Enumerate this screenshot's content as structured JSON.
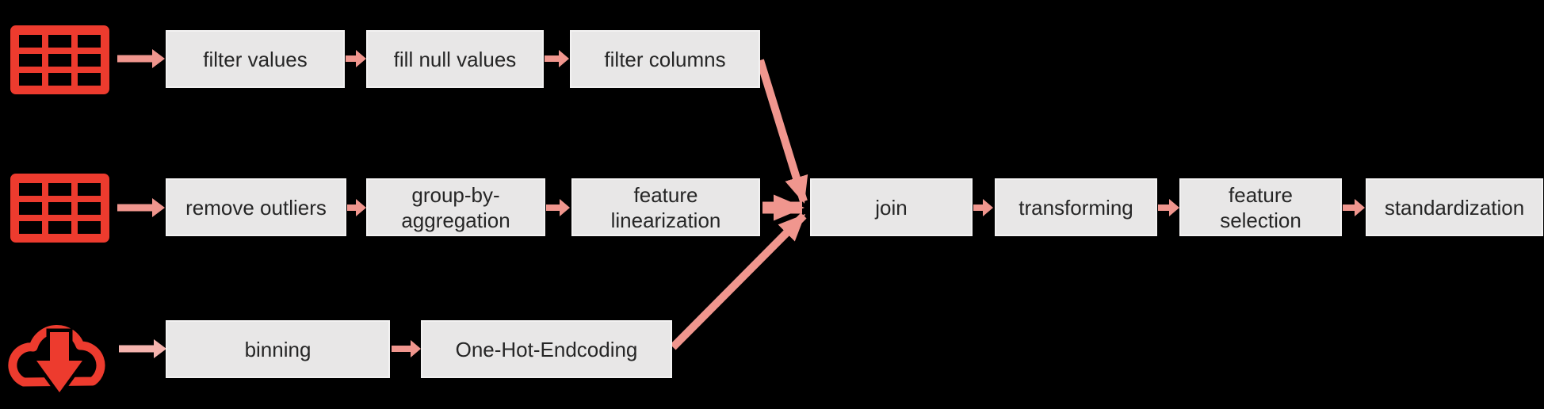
{
  "colors": {
    "bg": "#000000",
    "box_fill": "#e8e7e7",
    "box_edge": "#f3f2f2",
    "box_text": "#262626",
    "arrow": "#f0968e",
    "arrow_pale": "#f5b4ae",
    "icon_red": "#ed3b2e"
  },
  "pipeline": {
    "row1": {
      "source_icon": "table-icon",
      "steps": [
        {
          "label": "filter values"
        },
        {
          "label": "fill null values"
        },
        {
          "label": "filter columns"
        }
      ]
    },
    "row2": {
      "source_icon": "table-icon",
      "steps": [
        {
          "label": "remove outliers"
        },
        {
          "label": "group-by-aggregation"
        },
        {
          "label": "feature linearization"
        }
      ]
    },
    "row3": {
      "source_icon": "cloud-download-icon",
      "steps": [
        {
          "label": "binning"
        },
        {
          "label": "One-Hot-Endcoding"
        }
      ]
    },
    "merge": {
      "label": "join"
    },
    "tail": [
      {
        "label": "transforming"
      },
      {
        "label": "feature selection"
      },
      {
        "label": "standardization"
      }
    ]
  }
}
